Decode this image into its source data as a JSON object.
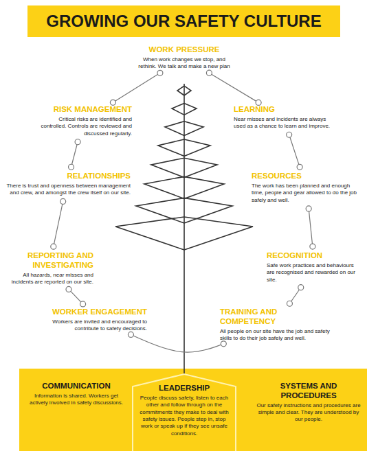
{
  "diagram": {
    "title": "GROWING OUR SAFETY CULTURE",
    "nodes": [
      {
        "text": [
          "WORK PRESSURE",
          "When work changes we stop, and rethink. We talk and make a new plan"
        ]
      },
      {
        "text": [
          "RISK MANAGEMENT",
          "Critical risks are identified and controlled. Controls are reviewed and discussed regularly."
        ]
      },
      {
        "text": [
          "LEARNING",
          "Near misses and incidents are always used as a chance to learn and improve."
        ]
      },
      {
        "text": [
          "RELATIONSHIPS",
          "There is trust and openness between management and crew, and amongst the crew itself on our site."
        ]
      },
      {
        "text": [
          "RESOURCES",
          "The work has been planned and enough time, people and gear allowed to do the job safely and well."
        ]
      },
      {
        "text": [
          "REPORTING AND INVESTIGATING",
          "All hazards, near misses and incidents are reported on our site."
        ]
      },
      {
        "text": [
          "RECOGNITION",
          "Safe work practices and behaviours are recognised and rewarded on our site."
        ]
      },
      {
        "text": [
          "WORKER ENGAGEMENT",
          "Workers are invited and encouraged to contribute to safety decisions."
        ]
      },
      {
        "text": [
          "TRAINING AND COMPETENCY",
          "All people on our site have the job and safety skills to do their job safely and well."
        ]
      },
      {
        "text": [
          "COMMUNICATION",
          "Information is shared. Workers get actively involved in safety discussions."
        ]
      },
      {
        "text": [
          "LEADERSHIP",
          "People discuss safety, listen to each other and follow through on the commitments they make to deal with safety issues. People step in, stop work or speak up if they see unsafe conditions."
        ]
      },
      {
        "text": [
          "SYSTEMS AND PROCEDURES",
          "Our safety instructions and procedures are simple and clear. They are understood by our people."
        ]
      }
    ],
    "edges": [
      {
        "from": 0,
        "to": 1,
        "arrow": "none"
      },
      {
        "from": 1,
        "to": 3,
        "arrow": "none"
      },
      {
        "from": 3,
        "to": 5,
        "arrow": "none"
      },
      {
        "from": 5,
        "to": 7,
        "arrow": "none"
      },
      {
        "from": 7,
        "to": 8,
        "arrow": "none"
      },
      {
        "from": 8,
        "to": 6,
        "arrow": "none"
      },
      {
        "from": 6,
        "to": 4,
        "arrow": "none"
      },
      {
        "from": 4,
        "to": 2,
        "arrow": "none"
      },
      {
        "from": 2,
        "to": 0,
        "arrow": "none"
      }
    ]
  }
}
